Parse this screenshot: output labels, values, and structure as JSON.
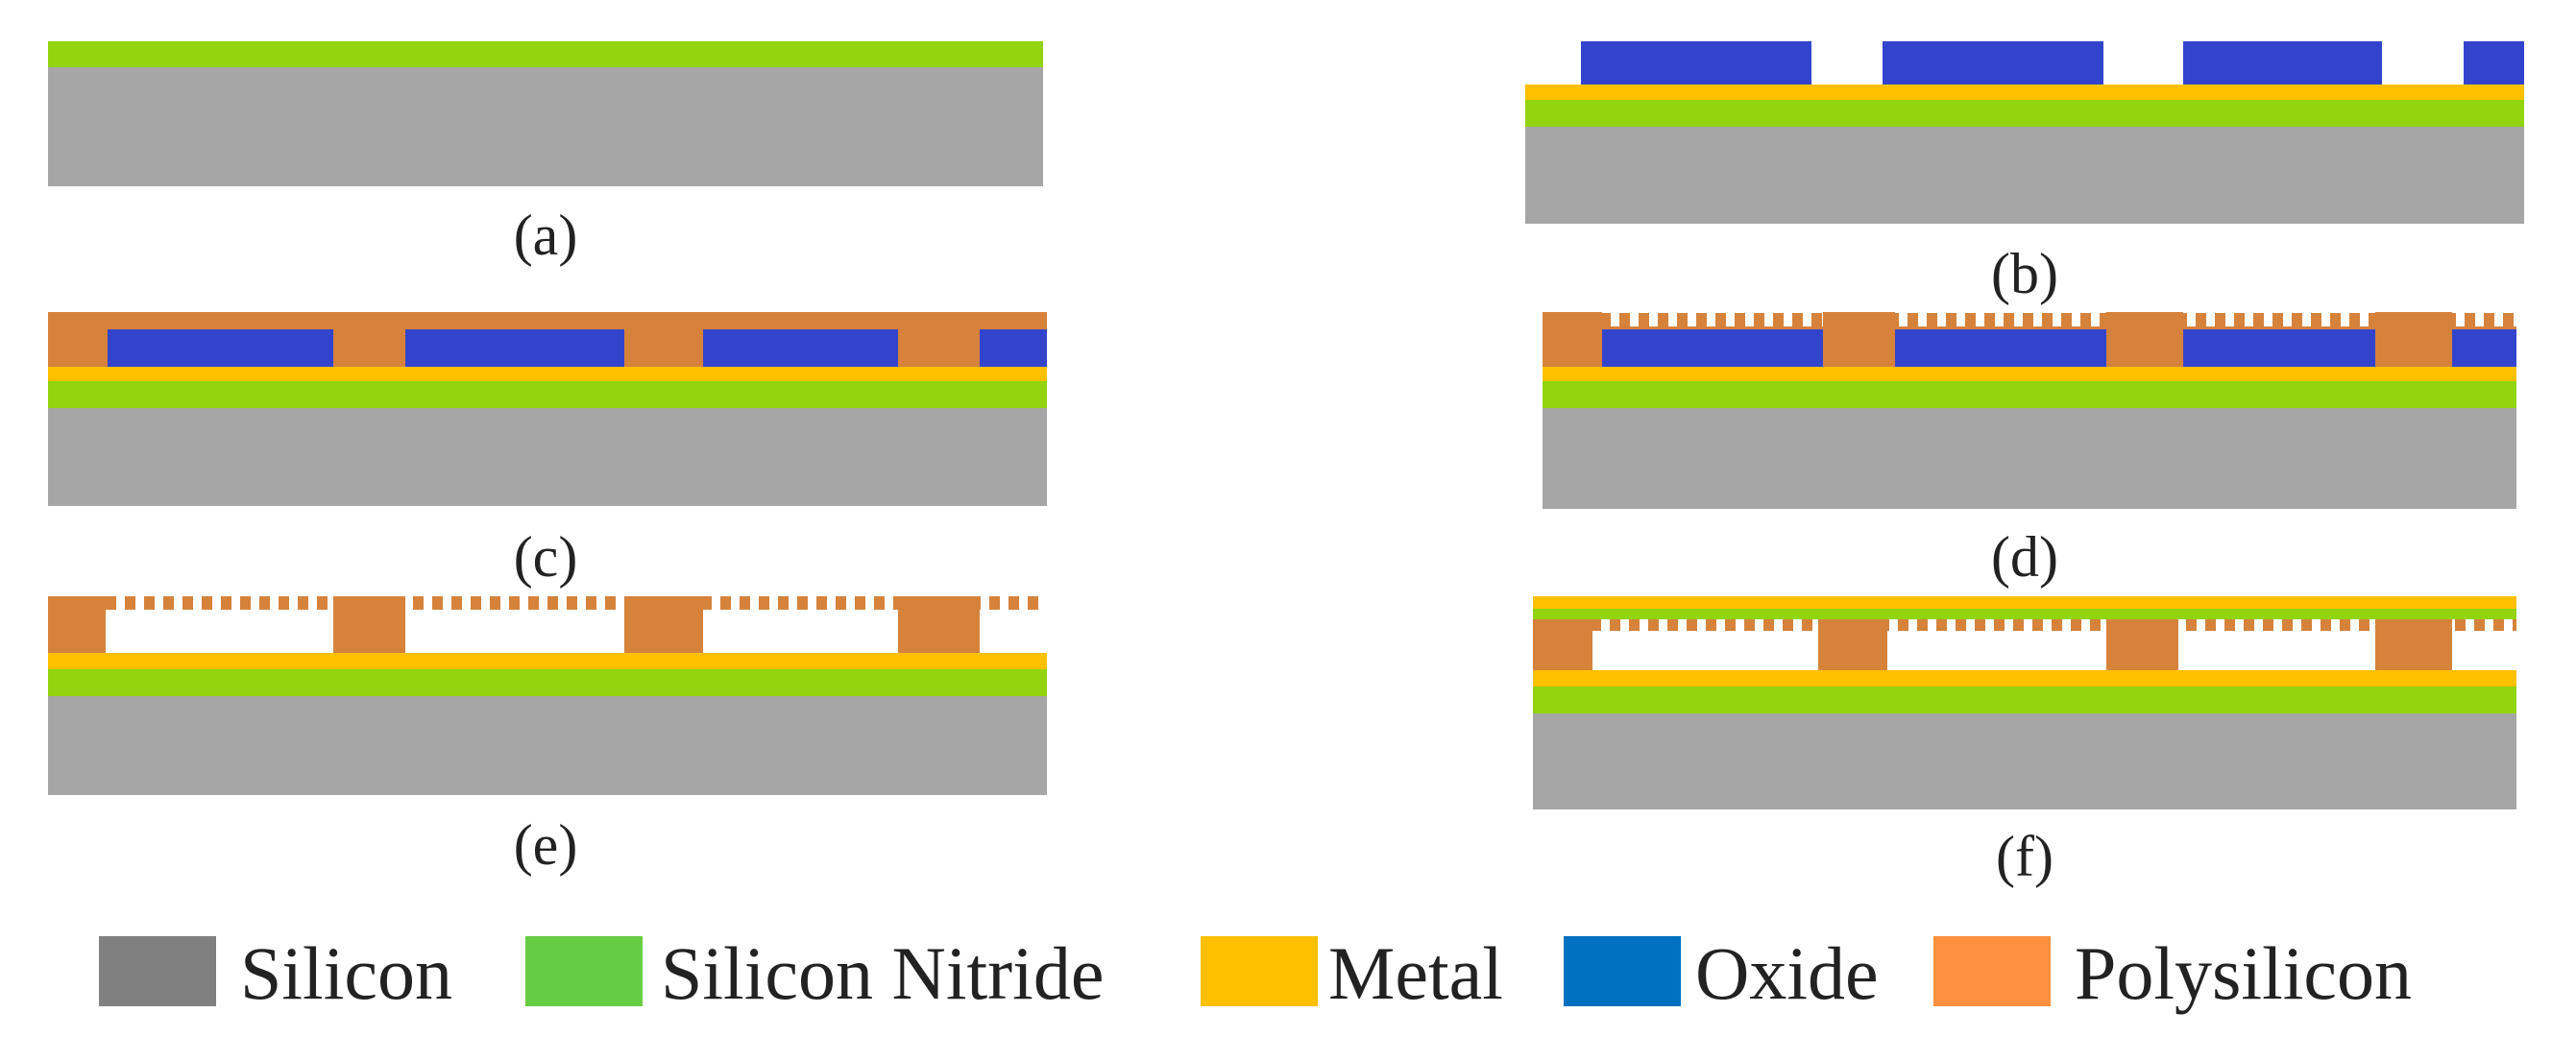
{
  "colors": {
    "silicon": "#a6a6a6",
    "nitride": "#92d40f",
    "metal": "#ffc000",
    "oxide": "#3344cc",
    "polysilicon": "#d6823b",
    "legend_silicon": "#808080",
    "legend_nitride": "#66cc44",
    "legend_metal": "#ffc000",
    "legend_oxide": "#0070c0",
    "legend_polysilicon": "#ff9040"
  },
  "panels": [
    {
      "id": "a",
      "label": "(a)"
    },
    {
      "id": "b",
      "label": "(b)"
    },
    {
      "id": "c",
      "label": "(c)"
    },
    {
      "id": "d",
      "label": "(d)"
    },
    {
      "id": "e",
      "label": "(e)"
    },
    {
      "id": "f",
      "label": "(f)"
    }
  ],
  "legend": [
    {
      "key": "silicon",
      "label": "Silicon"
    },
    {
      "key": "nitride",
      "label": "Silicon Nitride"
    },
    {
      "key": "metal",
      "label": "Metal"
    },
    {
      "key": "oxide",
      "label": "Oxide"
    },
    {
      "key": "polysilicon",
      "label": "Polysilicon"
    }
  ]
}
